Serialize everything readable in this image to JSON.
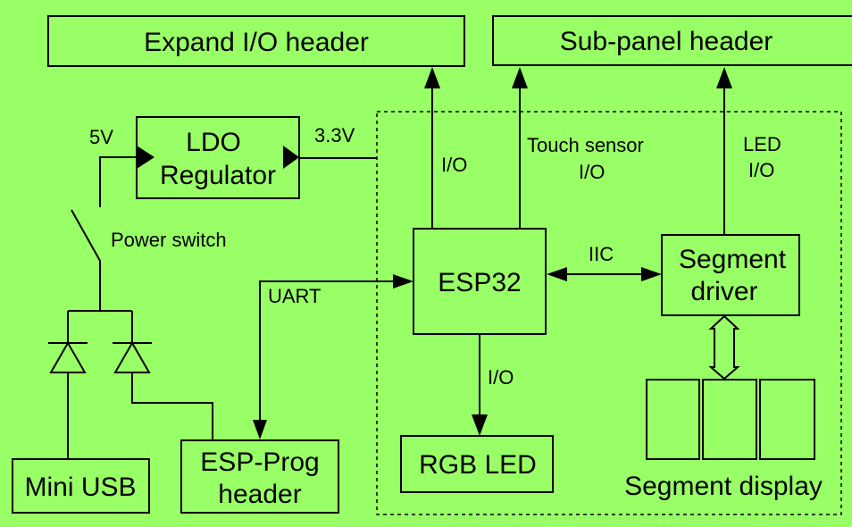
{
  "background_color": "#99ff66",
  "blocks": {
    "expand_io_header": "Expand I/O header",
    "sub_panel_header": "Sub-panel header",
    "ldo_regulator": [
      "LDO",
      "Regulator"
    ],
    "esp32": "ESP32",
    "segment_driver": [
      "Segment",
      "driver"
    ],
    "rgb_led": "RGB LED",
    "mini_usb": "Mini USB",
    "esp_prog_header": [
      "ESP-Prog",
      "header"
    ],
    "segment_display": "Segment display"
  },
  "labels": {
    "v5": "5V",
    "v33": "3.3V",
    "power_switch": "Power switch",
    "io_expand": "I/O",
    "touch_sensor": [
      "Touch sensor",
      "I/O"
    ],
    "led_io": [
      "LED",
      "I/O"
    ],
    "iic": "IIC",
    "uart": "UART",
    "io_rgb": "I/O"
  }
}
